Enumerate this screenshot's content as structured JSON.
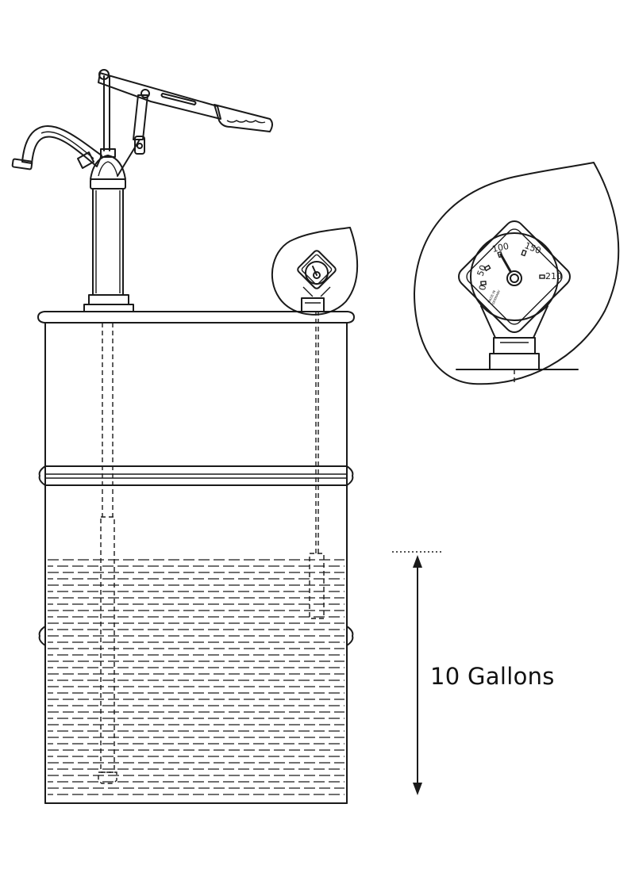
{
  "volume_label": "10 Gallons",
  "gauge": {
    "scale_labels": [
      "0",
      "50",
      "100",
      "150",
      "210"
    ],
    "small_print": [
      "MADE IN",
      "GERMANY"
    ]
  },
  "colors": {
    "line": "#1a1a1a",
    "background": "#ffffff"
  }
}
